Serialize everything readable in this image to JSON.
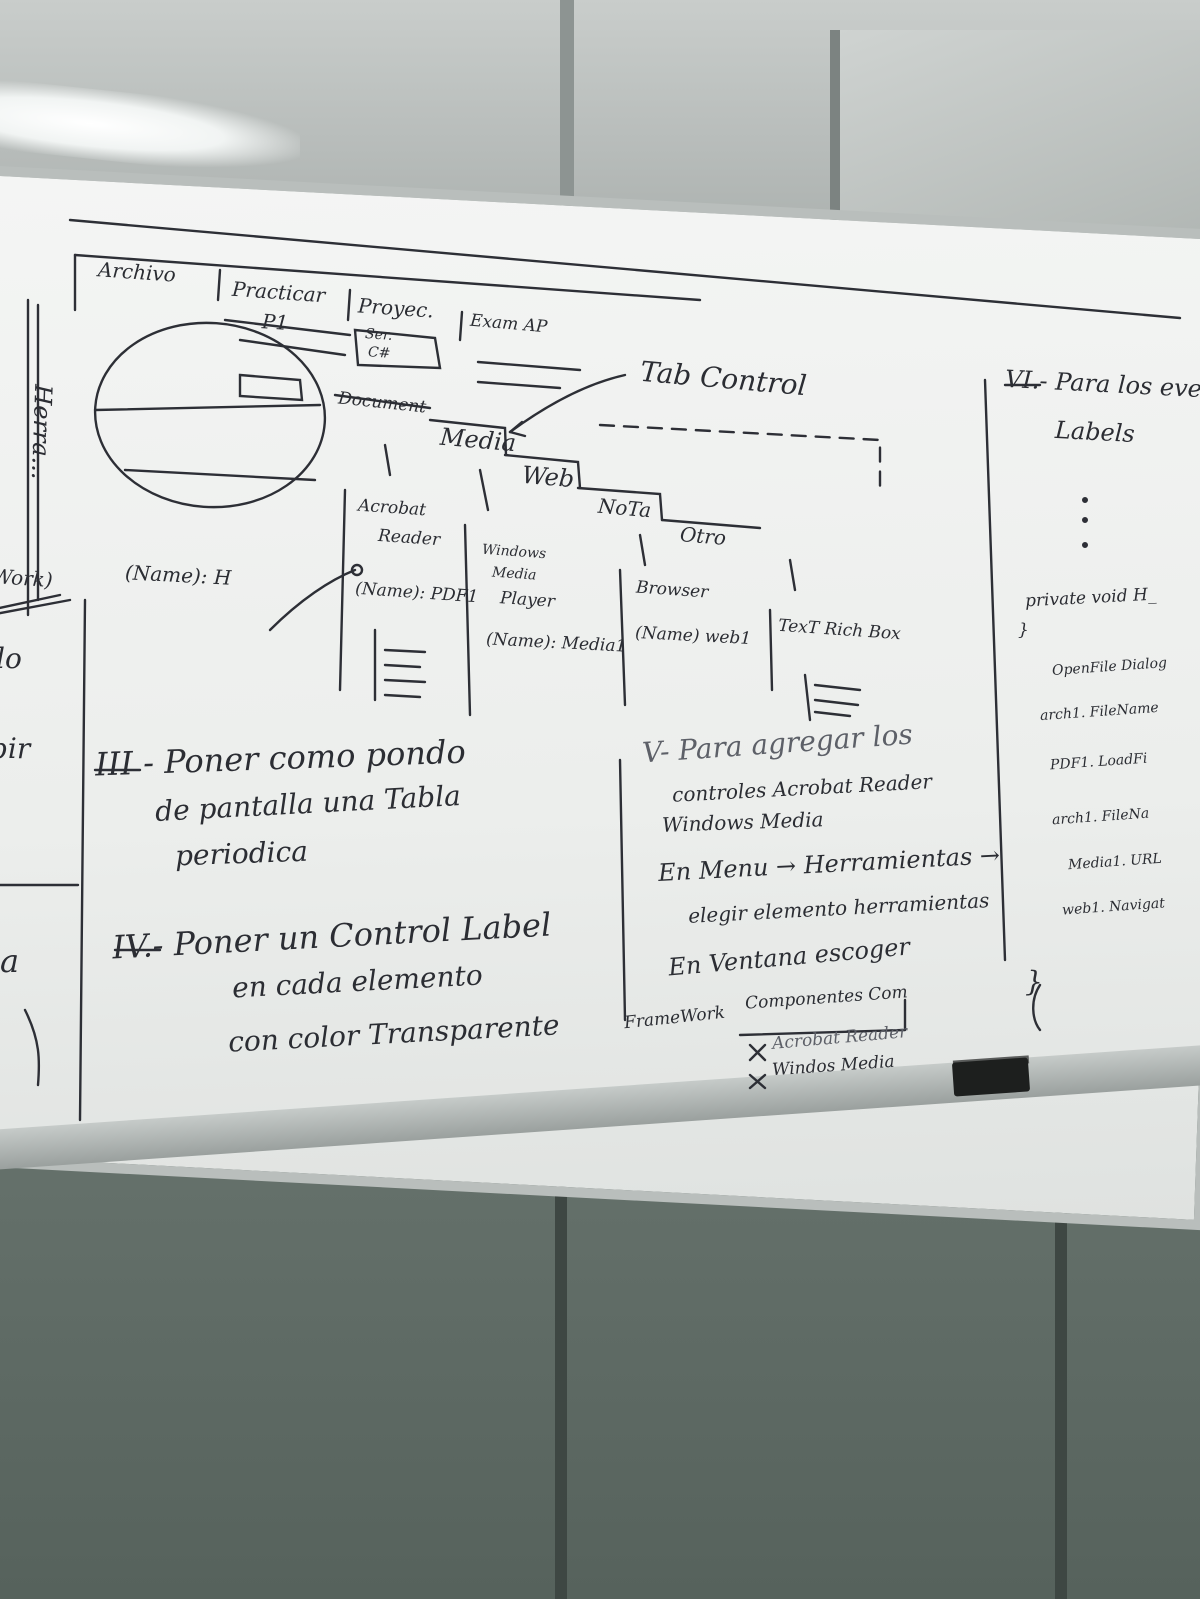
{
  "board": {
    "tabs": [
      "Archivo",
      "Practicar",
      "Proyec.",
      "Exam AP"
    ],
    "sub_tab_p1": "P1",
    "proyec_items": [
      "Ser.",
      "C#"
    ],
    "tab_control": "Tab Control",
    "vertical_word": "Herra...",
    "left_name_label": "(Name): H",
    "document_tab": "Document",
    "media_tab": "Media",
    "web_tab": "Web",
    "nota_tab": "NoTa",
    "otro_tab": "Otro",
    "acrobat_reader": [
      "Acrobat",
      "Reader"
    ],
    "acrobat_name": "(Name): PDF1",
    "windows_media": [
      "Windows",
      "Media",
      "Player"
    ],
    "windows_media_name": "(Name): Media1",
    "browser": "Browser",
    "browser_name": "(Name) web1",
    "text_rich_box": "TexT Rich Box",
    "step_iii": [
      "III - Poner como pondo",
      "de pantalla una Tabla",
      "periodica"
    ],
    "step_iv": [
      "IV.- Poner un Control Label",
      "en cada elemento",
      "con color Transparente"
    ],
    "step_v": [
      "V- Para agregar los",
      "controles Acrobat Reader",
      "Windows Media",
      "En Menu → Herramientas →",
      "elegir elemento herramientas",
      "En Ventana escoger",
      "Componentes Com"
    ],
    "framework": "FrameWork",
    "checklist": [
      "Acrobat Reader",
      "Windos Media"
    ],
    "step_vi": [
      "VI.- Para los eve",
      "Labels"
    ],
    "code_lines": [
      "private void H_",
      "}",
      "OpenFile Dialog",
      "arch1. FileName",
      "PDF1. LoadFi",
      "arch1. FileNa",
      "Media1. URL",
      "web1. Navigat",
      "}"
    ],
    "left_edge": [
      "Work)",
      "lo",
      "bir",
      "a"
    ]
  }
}
